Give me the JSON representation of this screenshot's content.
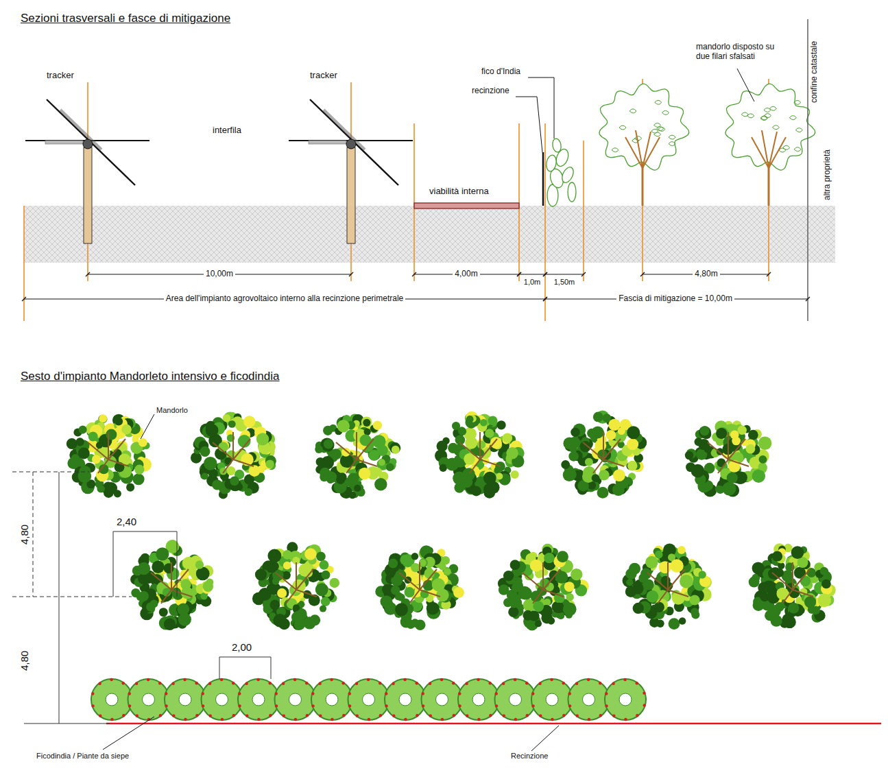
{
  "diagram": {
    "labels": [
      "Sezioni trasversali e fasce di mitigazione",
      "tracker",
      "tracker",
      "interfila",
      "fico d'India",
      "recinzione",
      "mandorlo disposto su due filari sfalsati",
      "confine catastale",
      "altra proprietà",
      "viabilità interna",
      "10,00m",
      "4,00m",
      "1,0m",
      "1,50m",
      "4,80m",
      "Area dell'impianto agrovoltaico interno alla recinzione perimetrale",
      "Fascia di mitigazione = 10,00m",
      "Sesto d'impianto Mandorleto intensivo e ficodindia",
      "Mandorlo",
      "4,80",
      "2,40",
      "4,80",
      "2,00",
      "Ficodindia / Piante da siepe",
      "Recinzione"
    ]
  }
}
